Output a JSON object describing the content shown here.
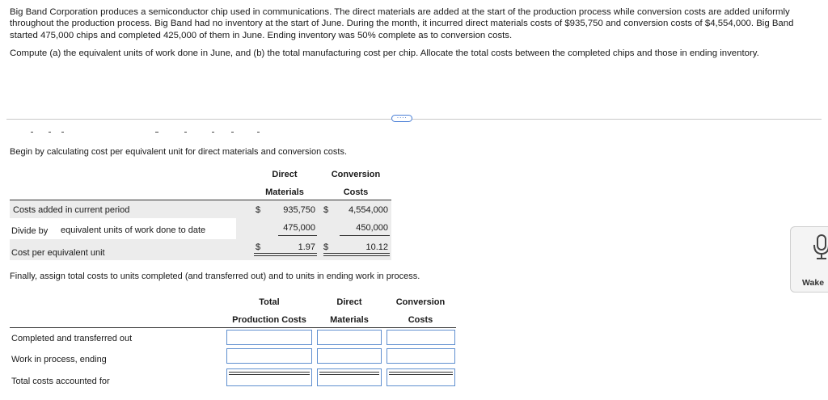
{
  "problem": {
    "text": "Big Band Corporation produces a semiconductor chip used in communications. The direct materials are added at the start of the production process while conversion costs are added uniformly throughout the production process. Big Band had no inventory at the start of June. During the month, it incurred direct materials costs of $935,750 and conversion costs of $4,554,000. Big Band started 475,000 chips and completed 425,000 of them in June. Ending inventory was 50% complete as to conversion costs.",
    "question": "Compute (a) the equivalent units of work done in June, and (b) the total manufacturing cost per chip. Allocate the total costs between the completed chips and those in ending inventory."
  },
  "expand_button": {
    "label": "····"
  },
  "step1": {
    "instruction": "Begin by calculating cost per equivalent unit for direct materials and conversion costs.",
    "col_dm_1": "Direct",
    "col_dm_2": "Materials",
    "col_cc_1": "Conversion",
    "col_cc_2": "Costs",
    "rows": [
      {
        "label": "Costs added in current period",
        "dm_symbol": "$",
        "dm": "935,750",
        "cc_symbol": "$",
        "cc": "4,554,000"
      },
      {
        "label": "Divide by",
        "label2": "equivalent units of work done to date",
        "dm": "475,000",
        "cc": "450,000"
      },
      {
        "label": "Cost per equivalent unit",
        "dm_symbol": "$",
        "dm": "1.97",
        "cc_symbol": "$",
        "cc": "10.12"
      }
    ]
  },
  "step2": {
    "instruction": "Finally, assign total costs to units completed (and transferred out) and to units in ending work in process.",
    "col_total_1": "Total",
    "col_total_2": "Production Costs",
    "col_dm_1": "Direct",
    "col_dm_2": "Materials",
    "col_cc_1": "Conversion",
    "col_cc_2": "Costs",
    "rows": [
      {
        "label": "Completed and transferred out",
        "total": "",
        "dm": "",
        "cc": ""
      },
      {
        "label": "Work in process, ending",
        "total": "",
        "dm": "",
        "cc": ""
      },
      {
        "label": "Total costs accounted for",
        "total": "",
        "dm": "",
        "cc": ""
      }
    ]
  },
  "mic_widget": {
    "label": "Wake"
  }
}
